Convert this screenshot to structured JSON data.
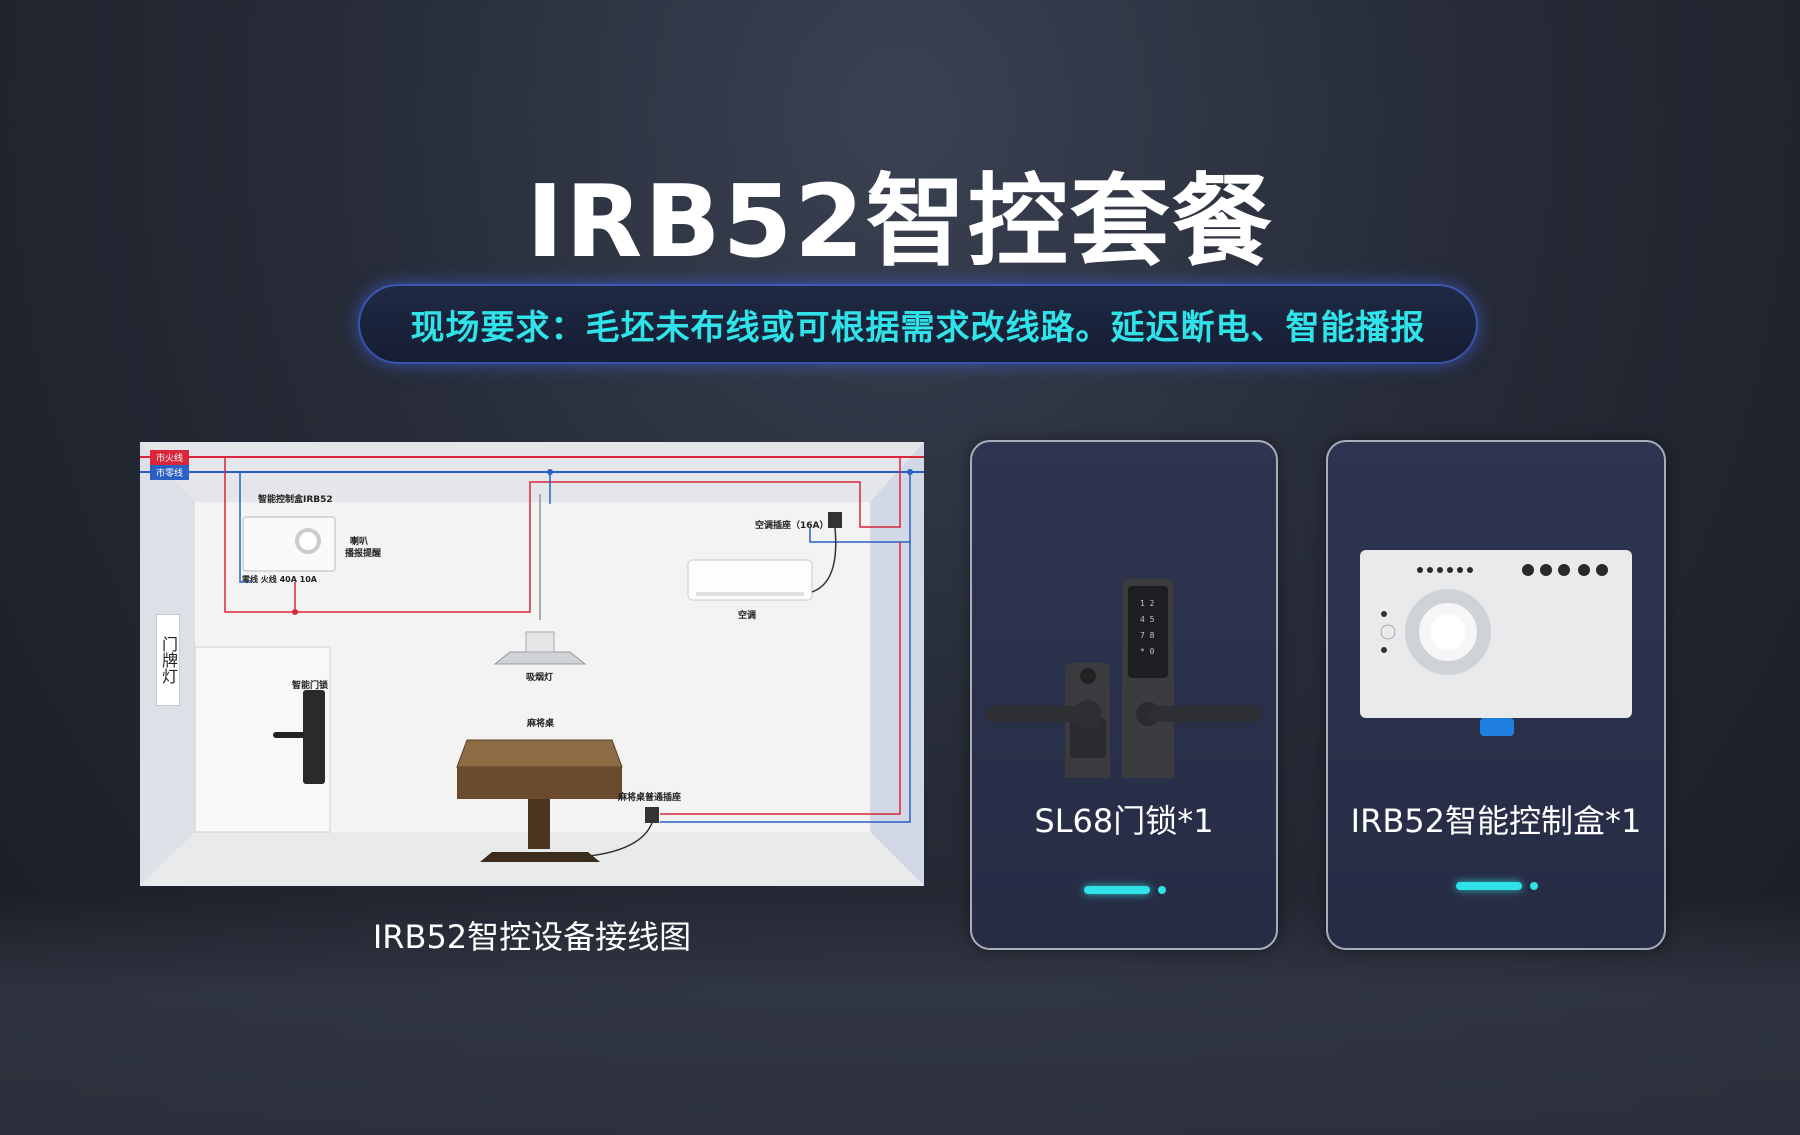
{
  "title": "IRB52智控套餐",
  "requirement": "现场要求：毛坯未布线或可根据需求改线路。延迟断电、智能播报",
  "diagram": {
    "caption": "IRB52智控设备接线图",
    "labels": {
      "live_wire": "市火线",
      "neutral_wire": "市零线",
      "control_box": "智能控制盒IRB52",
      "speaker": "喇叭",
      "broadcast": "播报提醒",
      "terminals": "零线 火线 40A 10A",
      "ac_socket": "空调插座（16A）",
      "ac": "空调",
      "door_sign": "门牌灯",
      "smart_lock": "智能门锁",
      "lamp": "吸烟灯",
      "mahjong_table": "麻将桌",
      "table_socket": "麻将桌普通插座"
    },
    "colors": {
      "live": "#d9263a",
      "neutral": "#2a5fc4"
    }
  },
  "products": [
    {
      "label": "SL68门锁*1"
    },
    {
      "label": "IRB52智能控制盒*1"
    }
  ],
  "accent": "#2fe3e8"
}
